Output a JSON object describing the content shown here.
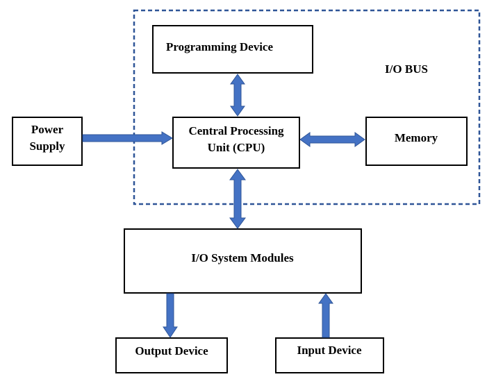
{
  "diagram": {
    "bus_label": "I/O BUS",
    "programming_device": "Programming Device",
    "power_supply_line1": "Power",
    "power_supply_line2": "Supply",
    "cpu_line1": "Central Processing",
    "cpu_line2": "Unit (CPU)",
    "memory": "Memory",
    "io_modules": "I/O System Modules",
    "output_device": "Output Device",
    "input_device": "Input Device"
  },
  "colors": {
    "arrow_fill": "#4472c4",
    "bus_border": "#2f5597",
    "box_border": "#000000"
  }
}
